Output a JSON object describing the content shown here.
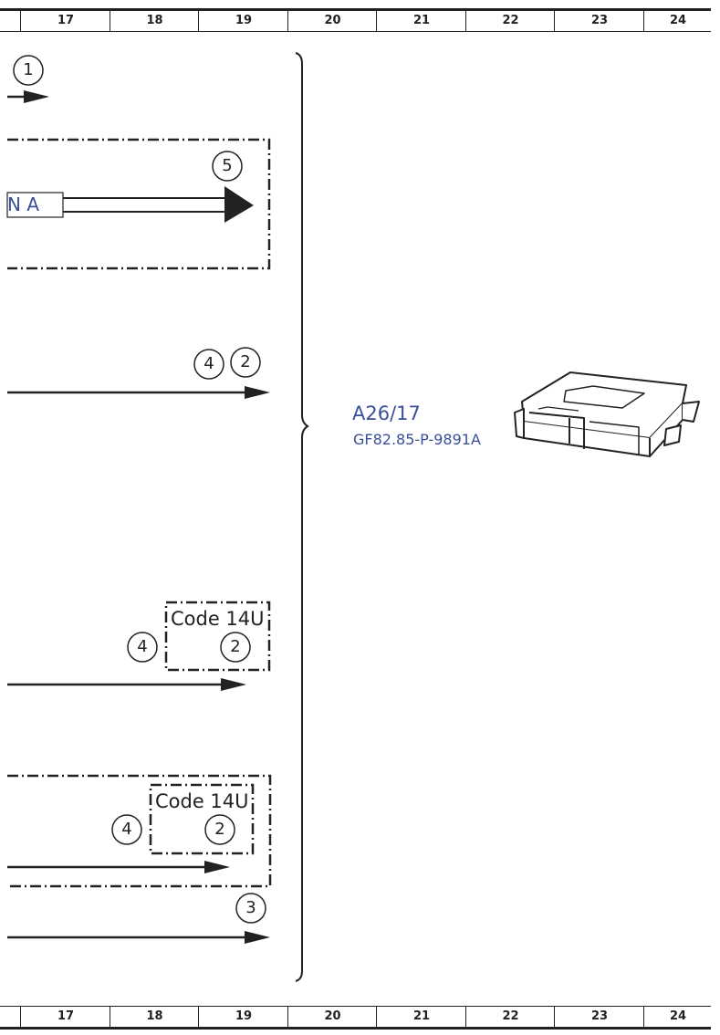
{
  "ruler": {
    "columns": [
      "17",
      "18",
      "19",
      "20",
      "21",
      "22",
      "23",
      "24"
    ]
  },
  "signal_box": {
    "partial_label": "N A"
  },
  "code_labels": [
    "Code 14U",
    "Code 14U"
  ],
  "circle_refs": {
    "c1": "1",
    "c5": "5",
    "c4a": "4",
    "c2a": "2",
    "c4b": "4",
    "c2b": "2",
    "c4c": "4",
    "c2c": "2",
    "c3": "3"
  },
  "component": {
    "name": "A26/17",
    "doc_ref": "GF82.85-P-9891A",
    "icon": "control-unit-icon"
  },
  "colors": {
    "line": "#222222",
    "label_blue": "#3a4f9a"
  }
}
